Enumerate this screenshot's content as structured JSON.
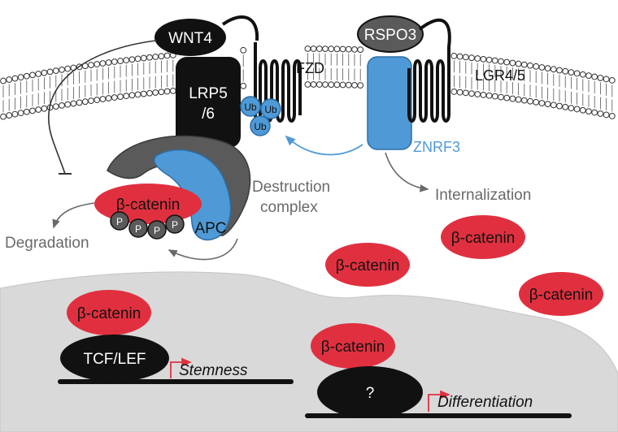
{
  "labels": {
    "wnt4": "WNT4",
    "rspo3": "RSPO3",
    "fzd": "FZD",
    "lgr": "LGR4/5",
    "lrp_line1": "LRP5",
    "lrp_line2": "/6",
    "ub": "Ub",
    "znrf3": "ZNRF3",
    "destruction_line1": "Destruction",
    "destruction_line2": "complex",
    "internalization": "Internalization",
    "apc": "APC",
    "beta_catenin": "β-catenin",
    "phospho": "P",
    "degradation": "Degradation",
    "tcf_lef": "TCF/LEF",
    "stemness": "Stemness",
    "unknown_factor": "?",
    "differentiation": "Differentiation"
  },
  "colors": {
    "catenin_red": "#e0303f",
    "receptor_blue": "#4f9ad6",
    "complex_grey": "#5a5a5a",
    "arrow_grey": "#6a6a6a",
    "nucleus_fill": "#d9d9d9",
    "membrane_line": "#333333",
    "transcription_arrow": "#e0303f"
  },
  "icons": {
    "inhibition": "t-bar-inhibition-icon",
    "transcription_start": "bent-arrow-icon"
  }
}
